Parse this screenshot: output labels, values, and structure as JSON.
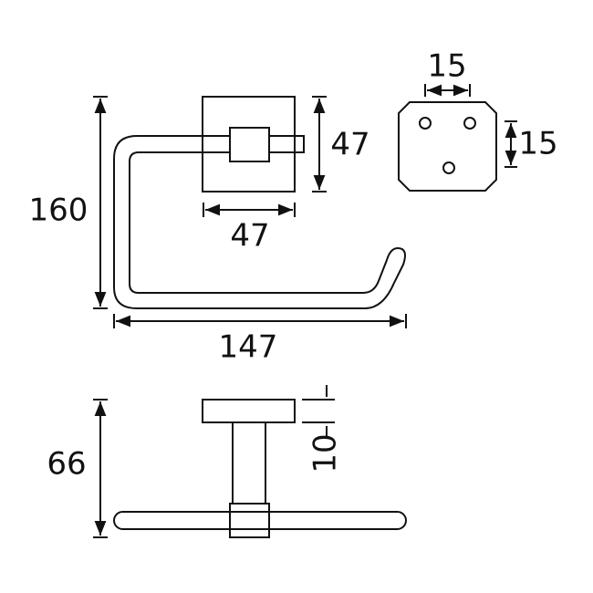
{
  "top_view": {
    "height_label": "160",
    "width_label": "147",
    "plate_height_label": "47",
    "plate_width_label": "47"
  },
  "plate_view": {
    "hole_spacing_x_label": "15",
    "hole_spacing_y_label": "15"
  },
  "side_view": {
    "depth_label": "66",
    "plate_thickness_label": "10"
  },
  "colors": {
    "line": "#111111",
    "background": "#ffffff"
  }
}
